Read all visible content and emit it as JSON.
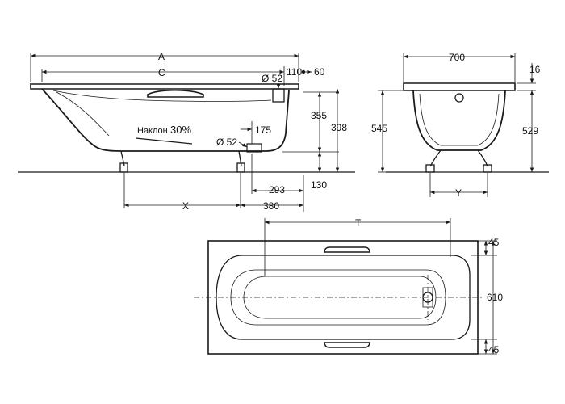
{
  "side_view": {
    "dim_a": "A",
    "dim_c": "C",
    "dim_110": "110",
    "dim_60": "60",
    "dim_d52_top": "Ø 52",
    "dim_355": "355",
    "dim_398": "398",
    "dim_d52_bottom": "Ø 52",
    "dim_175": "175",
    "dim_293": "293",
    "dim_130": "130",
    "dim_x": "X",
    "dim_380": "380",
    "slope_label": "Наклон",
    "slope_value": "30%"
  },
  "end_view": {
    "dim_700": "700",
    "dim_16": "16",
    "dim_545": "545",
    "dim_529": "529",
    "dim_y": "Y"
  },
  "plan_view": {
    "dim_t": "T",
    "dim_45_top": "45",
    "dim_610": "610",
    "dim_45_bottom": "45"
  },
  "colors": {
    "line": "#1a1a1a",
    "background": "#ffffff"
  }
}
